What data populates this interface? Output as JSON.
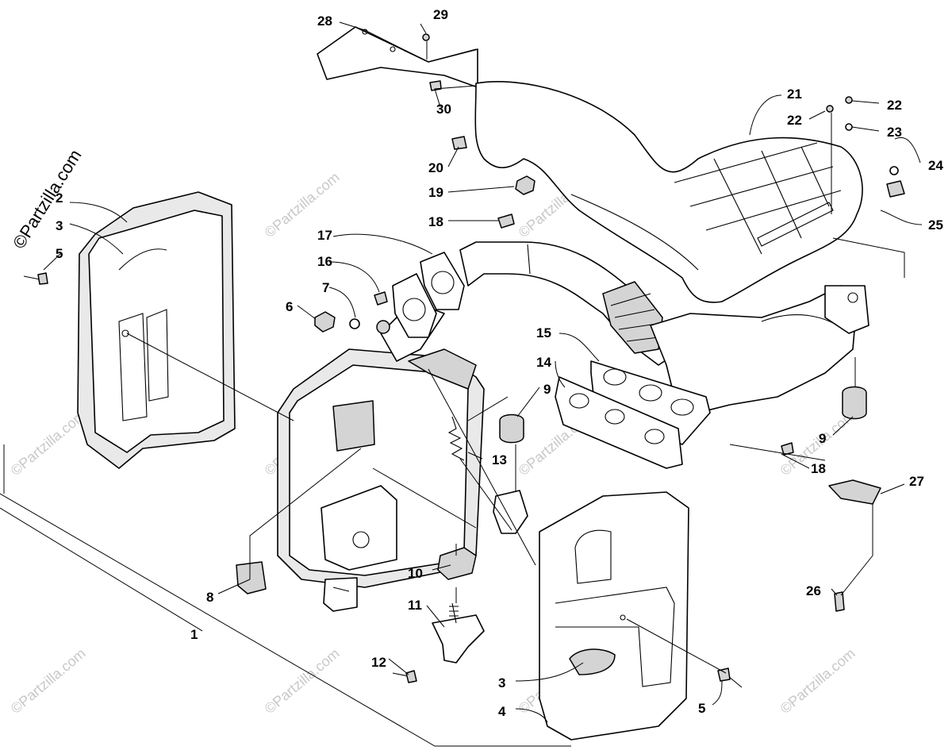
{
  "watermark": {
    "text": "©Partzilla.com",
    "brand_text": "©Partzilla.com"
  },
  "callouts": {
    "c1": "1",
    "c2": "2",
    "c3a": "3",
    "c3b": "3",
    "c4": "4",
    "c5a": "5",
    "c5b": "5",
    "c6": "6",
    "c7": "7",
    "c8": "8",
    "c9a": "9",
    "c9b": "9",
    "c10": "10",
    "c11": "11",
    "c12": "12",
    "c13": "13",
    "c14": "14",
    "c15": "15",
    "c16": "16",
    "c17": "17",
    "c18a": "18",
    "c18b": "18",
    "c19": "19",
    "c20": "20",
    "c21": "21",
    "c22a": "22",
    "c22b": "22",
    "c23": "23",
    "c24": "24",
    "c25": "25",
    "c26": "26",
    "c27": "27",
    "c28": "28",
    "c29": "29",
    "c30": "30"
  }
}
